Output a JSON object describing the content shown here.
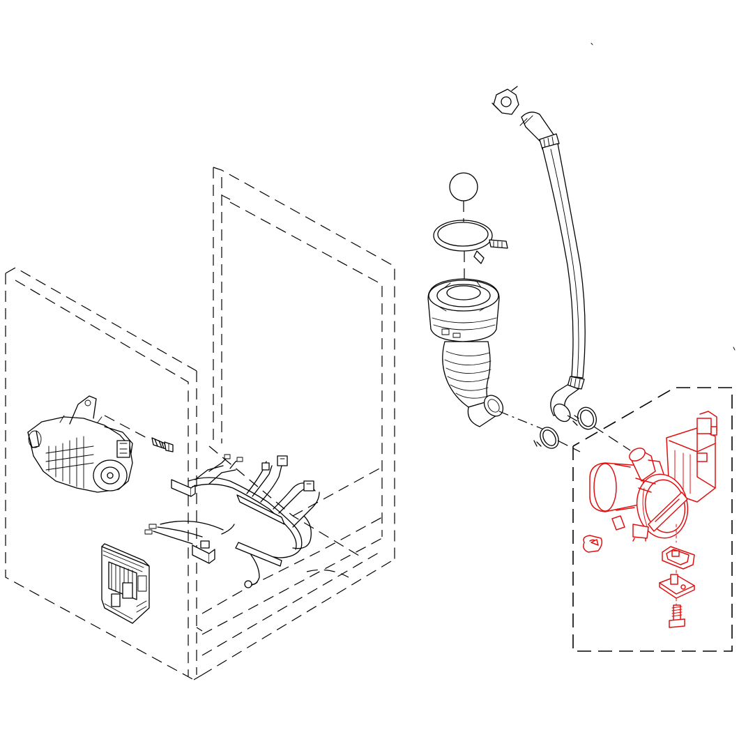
{
  "diagram": {
    "highlight_color": "#e01010",
    "line_color": "#000000",
    "background": "#ffffff",
    "parts": [
      {
        "id": "drive-motor",
        "icon": "motor-icon"
      },
      {
        "id": "motor-bolt",
        "icon": "bolt-icon"
      },
      {
        "id": "wire-harness",
        "icon": "harness-icon"
      },
      {
        "id": "motor-control-board",
        "icon": "board-icon"
      },
      {
        "id": "tub-sump-seal",
        "icon": "circle-icon"
      },
      {
        "id": "sump-clamp",
        "icon": "clamp-icon"
      },
      {
        "id": "sump-boot",
        "icon": "boot-icon"
      },
      {
        "id": "drain-hose",
        "icon": "hose-icon"
      },
      {
        "id": "hose-clamp",
        "icon": "clamp-icon"
      },
      {
        "id": "drain-pump",
        "icon": "pump-icon",
        "highlighted": true
      },
      {
        "id": "pump-mount",
        "icon": "bracket-icon",
        "highlighted": true
      },
      {
        "id": "pump-screw",
        "icon": "screw-icon",
        "highlighted": true
      }
    ]
  }
}
